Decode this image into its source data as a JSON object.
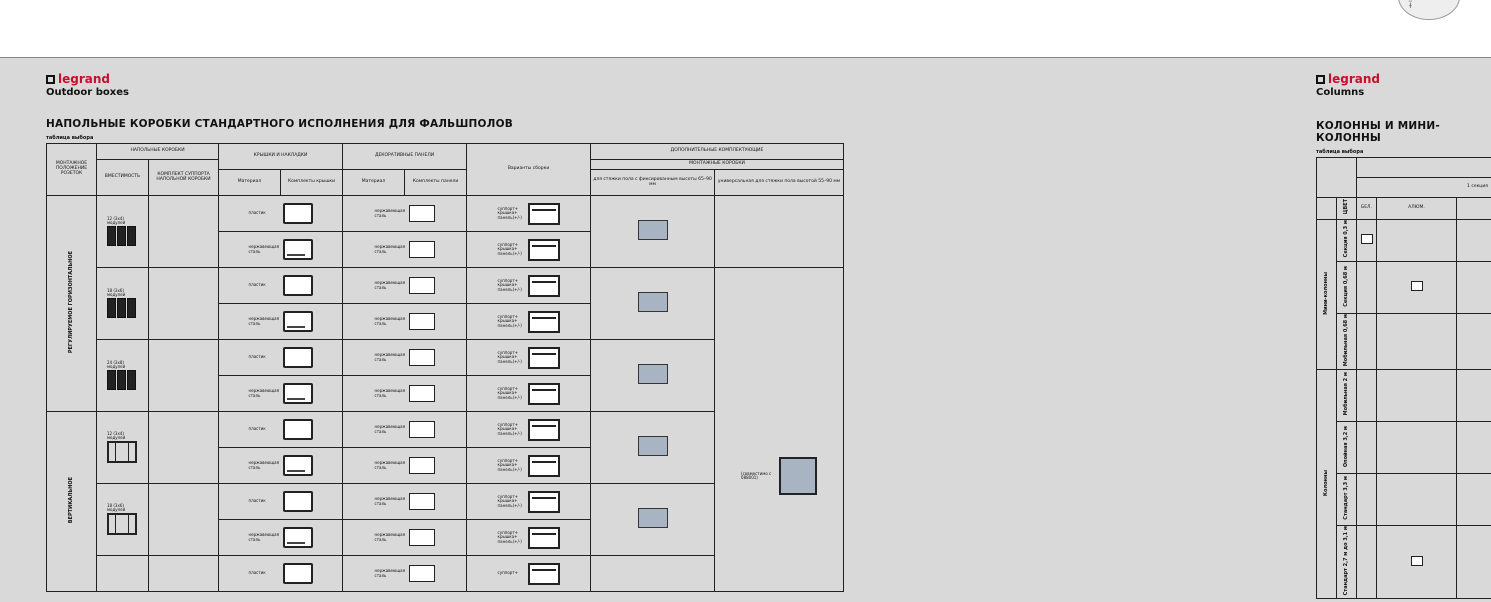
{
  "corner_icon": "ɨ̃",
  "left": {
    "brand": "legrand",
    "subtitle": "Outdoor boxes",
    "heading": "НАПОЛЬНЫЕ КОРОБКИ СТАНДАРТНОГО ИСПОЛНЕНИЯ ДЛЯ ФАЛЬШПОЛОВ",
    "caption": "таблица выбора",
    "head": {
      "install": "МОНТАЖНОЕ ПОЛОЖЕНИЕ РОЗЕТОК",
      "floor_boxes": "НАПОЛЬНЫЕ КОРОБКИ",
      "capacity": "ВМЕСТИМОСТЬ",
      "support_kit": "КОМПЛЕКТ СУППОРТА НАПОЛЬНОЙ КОРОБКИ",
      "covers": "КРЫШКИ И НАКЛАДКИ",
      "material": "Материал",
      "cover_set": "Комплекты крышки",
      "deco": "ДЕКОРАТИВНЫЕ ПАНЕЛИ",
      "panel_set": "Комплекты панели",
      "assembly": "Варианты сборки",
      "extra": "ДОПОЛНИТЕЛЬНЫЕ КОМПЛЕКТУЮЩИЕ",
      "mount_boxes": "МОНТАЖНЫЕ КОРОБКИ",
      "screed": "для стяжки пола с фиксированным высоты 65–90 мм",
      "universal": "универсальная для стяжки пола высотой 55–90 мм"
    },
    "groups": [
      {
        "name": "РЕГУЛИРУЕМОЕ ГОРИЗОНТАЛЬНОЕ",
        "capacities": [
          {
            "label": "12 (3x4) модулей",
            "rows": [
              {
                "material": "пластик",
                "deco": "нержавеющая сталь",
                "assy": "суппорт+ крышка+ панель(+/-)"
              },
              {
                "material": "нержавеющая сталь",
                "deco": "нержавеющая сталь",
                "assy": "суппорт+ крышка+ панель(+/-)"
              }
            ]
          },
          {
            "label": "18 (3x6) модулей",
            "rows": [
              {
                "material": "пластик",
                "deco": "нержавеющая сталь",
                "assy": "суппорт+ крышка+ панель(+/-)"
              },
              {
                "material": "нержавеющая сталь",
                "deco": "нержавеющая сталь",
                "assy": "суппорт+ крышка+ панель(+/-)"
              }
            ]
          },
          {
            "label": "24 (3x8) модулей",
            "rows": [
              {
                "material": "пластик",
                "deco": "нержавеющая сталь",
                "assy": "суппорт+ крышка+ панель(+/-)"
              },
              {
                "material": "нержавеющая сталь",
                "deco": "нержавеющая сталь",
                "assy": "суппорт+ крышка+ панель(+/-)"
              }
            ]
          }
        ]
      },
      {
        "name": "ВЕРТИКАЛЬНОЕ",
        "capacities": [
          {
            "label": "12 (3x4) модулей",
            "rows": [
              {
                "material": "пластик",
                "deco": "нержавеющая сталь",
                "assy": "суппорт+ крышка+ панель(+/-)"
              },
              {
                "material": "нержавеющая сталь",
                "deco": "нержавеющая сталь",
                "assy": "суппорт+ крышка+ панель(+/-)"
              }
            ]
          },
          {
            "label": "18 (3x6) модулей",
            "rows": [
              {
                "material": "пластик",
                "deco": "нержавеющая сталь",
                "assy": "суппорт+ крышка+ панель(+/-)"
              },
              {
                "material": "нержавеющая сталь",
                "deco": "нержавеющая сталь",
                "assy": "суппорт+ крышка+ панель(+/-)"
              }
            ]
          },
          {
            "label": "",
            "rows": [
              {
                "material": "пластик",
                "deco": "нержавеющая сталь",
                "assy": "суппорт+"
              }
            ]
          }
        ]
      }
    ],
    "universal_note": "(совместимо с 088001)"
  },
  "right": {
    "brand": "legrand",
    "subtitle": "Columns",
    "heading": "КОЛОННЫ И МИНИ-КОЛОННЫ",
    "caption": "таблица выбора",
    "section": "1 секция",
    "color": "ЦВЕТ",
    "white": "БЕЛ.",
    "alum": "АЛЮМ.",
    "mini": "Мини-колонны",
    "columns": "Колонны",
    "rows": [
      "Секция 0,3 м",
      "Секция 0,68 м",
      "Мобильная 0,68 м",
      "Мобильная 2 м",
      "Опойная 3,2 м",
      "Стандарт 3,3 м",
      "Стандарт 2,7 м до 3,1 м"
    ]
  }
}
